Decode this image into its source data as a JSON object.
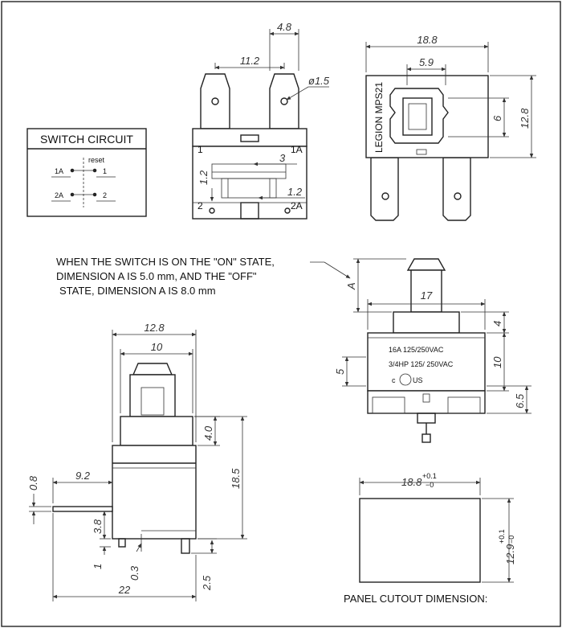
{
  "switch_circuit": {
    "title": "SWITCH CIRCUIT",
    "reset": "reset",
    "terminal_1a": "1A",
    "terminal_1": "1",
    "terminal_2a": "2A",
    "terminal_2": "2"
  },
  "front_view": {
    "dim_top": "4.8",
    "dim_pitch": "11.2",
    "dim_hole": "ø1.5",
    "dim_3": "3",
    "dim_1_2_left": "1.2",
    "dim_1_2_right": "1.2",
    "terminal_1": "1",
    "terminal_1a": "1A",
    "terminal_2": "2",
    "terminal_2a": "2A"
  },
  "top_view": {
    "dim_width": "18.8",
    "dim_button": "5.9",
    "dim_6": "6",
    "dim_height": "12.8",
    "brand": "LEGION MPS21"
  },
  "note": {
    "line1": "WHEN THE SWITCH IS ON THE \"ON\" STATE,",
    "line2": "DIMENSION A IS 5.0 mm, AND THE \"OFF\"",
    "line3": "STATE, DIMENSION A IS 8.0 mm"
  },
  "side_view": {
    "dim_a": "A",
    "dim_17": "17",
    "dim_4": "4",
    "dim_5": "5",
    "dim_10": "10",
    "dim_6_5": "6.5",
    "rating1": "16A 125/250VAC",
    "rating2": "3/4HP 125/ 250VAC",
    "cert_c": "c",
    "cert_us": "US"
  },
  "left_side_view": {
    "dim_12_8": "12.8",
    "dim_10": "10",
    "dim_4_0": "4.0",
    "dim_18_5": "18.5",
    "dim_0_8": "0.8",
    "dim_9_2": "9.2",
    "dim_3_8": "3.8",
    "dim_1": "1",
    "dim_0_3": "0.3",
    "dim_2_5": "2.5",
    "dim_22": "22"
  },
  "panel_cutout": {
    "dim_width": "18.8",
    "width_tol_plus": "+0.1",
    "width_tol_minus": "−0",
    "dim_height": "12.9",
    "height_tol_plus": "+0.1",
    "height_tol_minus": "−0",
    "caption": "PANEL CUTOUT DIMENSION:"
  }
}
